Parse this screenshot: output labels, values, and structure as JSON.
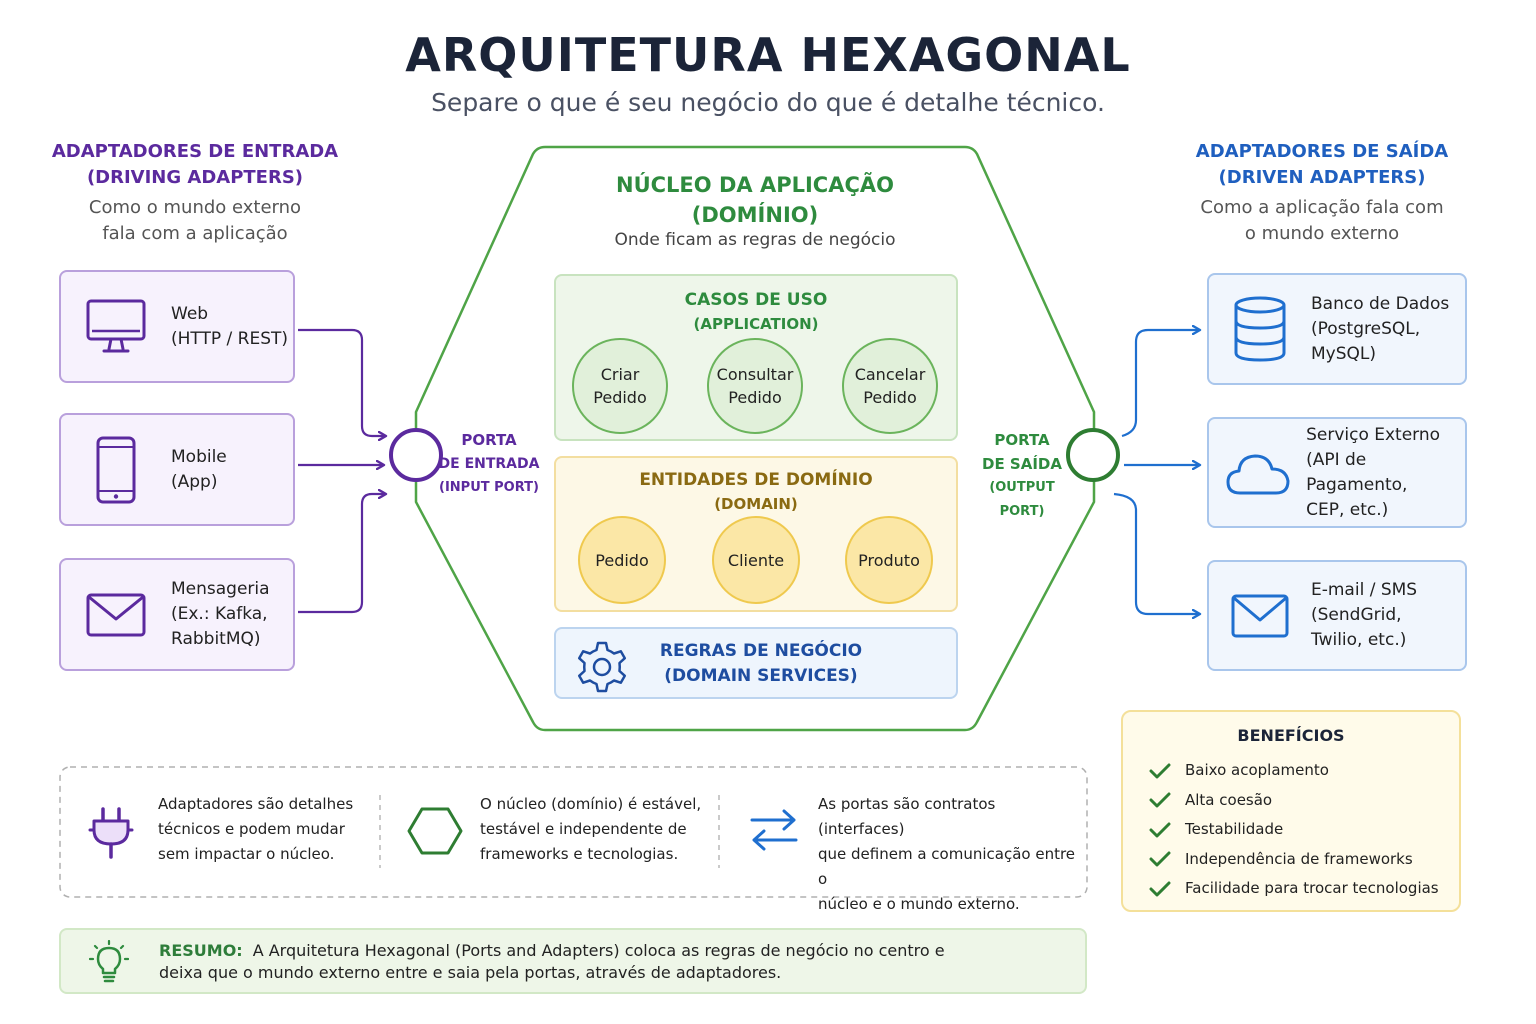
{
  "title": "ARQUITETURA HEXAGONAL",
  "subtitle": "Separe o que é seu negócio do que é detalhe técnico.",
  "input_adapters": {
    "heading_1": "ADAPTADORES DE ENTRADA",
    "heading_2": "(DRIVING ADAPTERS)",
    "desc_1": "Como o mundo externo",
    "desc_2": "fala com a aplicação",
    "items": [
      {
        "line1": "Web",
        "line2": "(HTTP / REST)",
        "line3": "",
        "icon": "monitor-icon"
      },
      {
        "line1": "Mobile",
        "line2": "(App)",
        "line3": "",
        "icon": "smartphone-icon"
      },
      {
        "line1": "Mensageria",
        "line2": "(Ex.: Kafka,",
        "line3": "RabbitMQ)",
        "icon": "envelope-icon"
      }
    ]
  },
  "output_adapters": {
    "heading_1": "ADAPTADORES DE SAÍDA",
    "heading_2": "(DRIVEN ADAPTERS)",
    "desc_1": "Como a aplicação fala com",
    "desc_2": "o mundo externo",
    "items": [
      {
        "line1": "Banco de Dados",
        "line2": "(PostgreSQL,",
        "line3": "MySQL)",
        "icon": "database-icon"
      },
      {
        "line1": "Serviço Externo",
        "line2": "(API de Pagamento,",
        "line3": "CEP, etc.)",
        "icon": "cloud-icon"
      },
      {
        "line1": "E-mail / SMS",
        "line2": "(SendGrid,",
        "line3": "Twilio, etc.)",
        "icon": "envelope-icon"
      }
    ]
  },
  "core": {
    "heading_1": "NÚCLEO DA APLICAÇÃO",
    "heading_2": "(DOMÍNIO)",
    "desc": "Onde ficam as regras de negócio",
    "use_cases": {
      "heading_1": "CASOS DE USO",
      "heading_2": "(APPLICATION)",
      "items": [
        {
          "line1": "Criar",
          "line2": "Pedido"
        },
        {
          "line1": "Consultar",
          "line2": "Pedido"
        },
        {
          "line1": "Cancelar",
          "line2": "Pedido"
        }
      ]
    },
    "entities": {
      "heading_1": "ENTIDADES DE DOMÍNIO",
      "heading_2": "(DOMAIN)",
      "items": [
        "Pedido",
        "Cliente",
        "Produto"
      ]
    },
    "services": {
      "heading_1": "REGRAS DE NEGÓCIO",
      "heading_2": "(DOMAIN SERVICES)"
    }
  },
  "input_port": {
    "line1": "PORTA",
    "line2": "DE ENTRADA",
    "line3": "(INPUT PORT)"
  },
  "output_port": {
    "line1": "PORTA",
    "line2": "DE SAÍDA",
    "line3": "(OUTPUT PORT)"
  },
  "notes": [
    {
      "line1": "Adaptadores são detalhes",
      "line2": "técnicos e podem mudar",
      "line3": "sem impactar o núcleo.",
      "icon": "plug-icon"
    },
    {
      "line1": "O núcleo (domínio) é estável,",
      "line2": "testável e independente de",
      "line3": "frameworks e tecnologias.",
      "icon": "hexagon-icon"
    },
    {
      "line1": "As portas são contratos (interfaces)",
      "line2": "que definem a comunicação entre o",
      "line3": "núcleo e o mundo externo.",
      "icon": "swap-arrows-icon"
    }
  ],
  "benefits": {
    "heading": "BENEFÍCIOS",
    "items": [
      "Baixo acoplamento",
      "Alta coesão",
      "Testabilidade",
      "Independência de frameworks",
      "Facilidade para trocar tecnologias"
    ]
  },
  "summary": {
    "label": "RESUMO:",
    "line1": "A Arquitetura Hexagonal (Ports and Adapters) coloca as regras de negócio no centro e",
    "line2": "deixa que o mundo externo entre e saia pela portas, através de adaptadores."
  },
  "colors": {
    "input": "#5b2a9e",
    "output": "#1f5fbf",
    "core": "#2e8b3e",
    "entities": "#8a6a12",
    "title": "#1b2438"
  }
}
